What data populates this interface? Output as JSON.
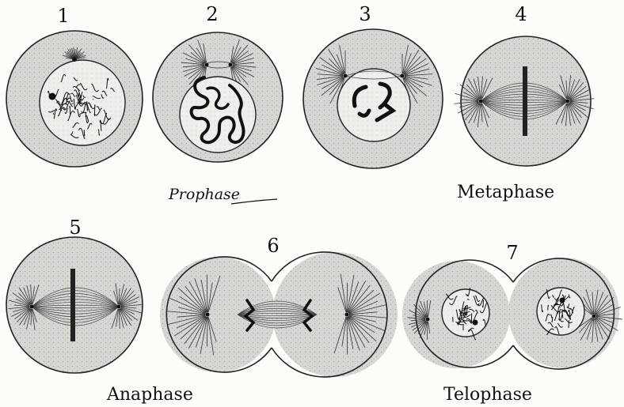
{
  "stage_numbers": [
    "1",
    "2",
    "3",
    "4",
    "5",
    "6",
    "7"
  ],
  "phase_labels": {
    "prophase": "Prophase",
    "metaphase": "Metaphase",
    "anaphase": "Anaphase",
    "telophase": "Telophase"
  }
}
